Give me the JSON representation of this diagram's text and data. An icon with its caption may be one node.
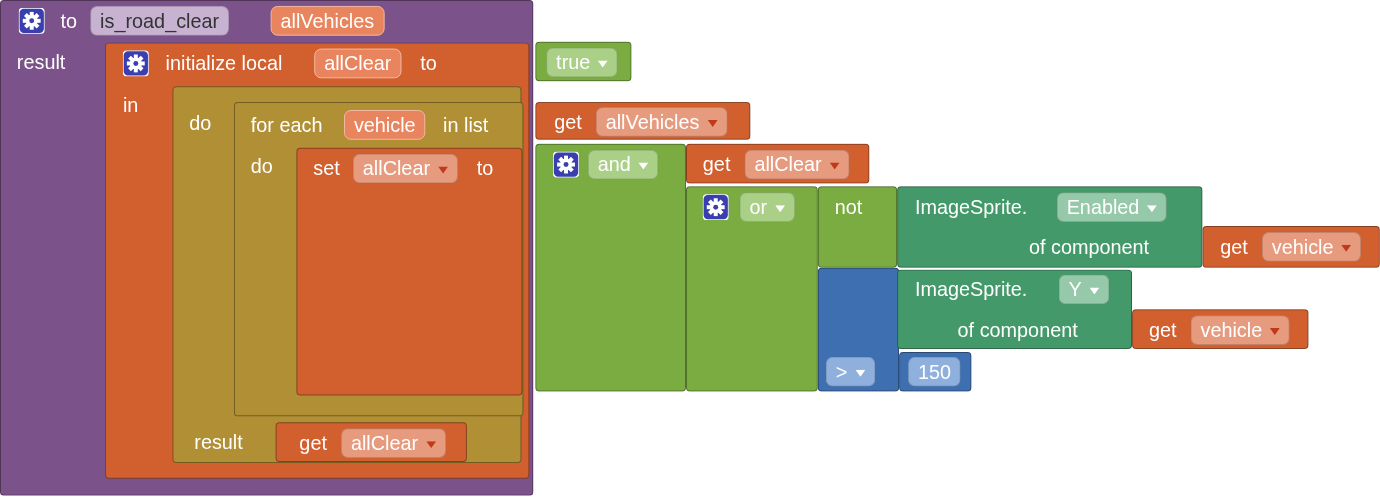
{
  "diagram": {
    "nodes": [
      {
        "text": [
          "to",
          "is_road_clear",
          "allVehicles",
          "result"
        ]
      },
      {
        "text": [
          "initialize local",
          "allClear",
          "to",
          "in"
        ],
        "in": 0
      },
      {
        "text": [
          "true"
        ]
      },
      {
        "text": [
          "do",
          "result"
        ],
        "in": 1
      },
      {
        "text": [
          "for each",
          "vehicle",
          "in list",
          "do"
        ],
        "in": 3
      },
      {
        "text": [
          "get",
          "allVehicles"
        ]
      },
      {
        "text": [
          "set",
          "allClear",
          "to"
        ],
        "in": 4
      },
      {
        "text": [
          "and"
        ]
      },
      {
        "text": [
          "get",
          "allClear"
        ]
      },
      {
        "text": [
          "or"
        ]
      },
      {
        "text": [
          "not"
        ]
      },
      {
        "text": [
          "ImageSprite.",
          "Enabled",
          "of component"
        ]
      },
      {
        "text": [
          "get",
          "vehicle"
        ]
      },
      {
        "text": [
          ">"
        ]
      },
      {
        "text": [
          "ImageSprite.",
          "Y",
          "of component"
        ]
      },
      {
        "text": [
          "get",
          "vehicle"
        ]
      },
      {
        "text": [
          "150"
        ]
      },
      {
        "text": [
          "get",
          "allClear"
        ],
        "in": 3
      }
    ]
  }
}
